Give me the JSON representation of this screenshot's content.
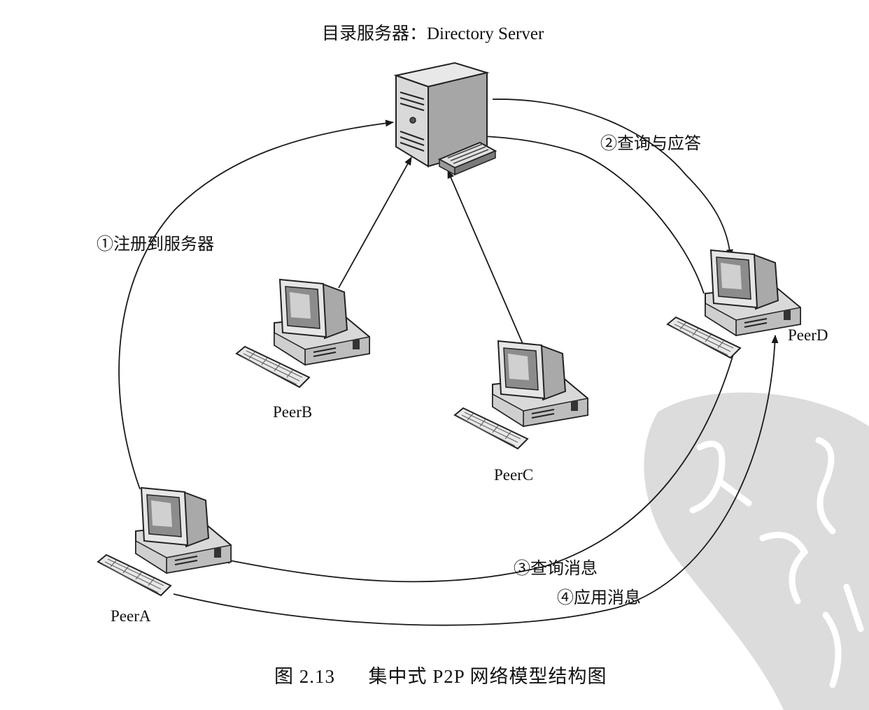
{
  "server": {
    "label": "目录服务器：Directory Server",
    "icon": "server-tower-icon"
  },
  "peers": [
    {
      "id": "A",
      "label": "PeerA",
      "icon": "desktop-computer-icon"
    },
    {
      "id": "B",
      "label": "PeerB",
      "icon": "desktop-computer-icon"
    },
    {
      "id": "C",
      "label": "PeerC",
      "icon": "desktop-computer-icon"
    },
    {
      "id": "D",
      "label": "PeerD",
      "icon": "desktop-computer-icon"
    }
  ],
  "steps": [
    {
      "id": 1,
      "label": "①注册到服务器"
    },
    {
      "id": 2,
      "label": "②查询与应答"
    },
    {
      "id": 3,
      "label": "③查询消息"
    },
    {
      "id": 4,
      "label": "④应用消息"
    }
  ],
  "caption": {
    "figure_number": "图 2.13",
    "title": "集中式 P2P 网络模型结构图"
  },
  "colors": {
    "line": "#1a1a1a",
    "watermark": "#d9d9d9"
  }
}
